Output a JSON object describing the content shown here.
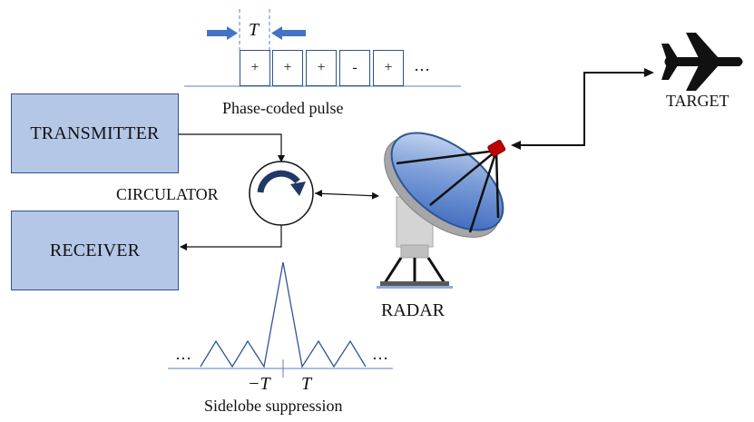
{
  "pulse": {
    "period_label": "T",
    "chips": [
      "+",
      "+",
      "+",
      "-",
      "+"
    ],
    "ellipsis": "…",
    "caption": "Phase-coded pulse"
  },
  "transmitter": {
    "label": "TRANSMITTER"
  },
  "receiver": {
    "label": "RECEIVER"
  },
  "circulator": {
    "label": "CIRCULATOR"
  },
  "radar": {
    "label": "RADAR"
  },
  "target": {
    "label": "TARGET",
    "icon": "airplane-icon"
  },
  "sidelobe": {
    "left_ellipsis": "…",
    "right_ellipsis": "…",
    "tick_left": "−T",
    "tick_right": "T",
    "caption": "Sidelobe suppression"
  },
  "colors": {
    "box_fill": "#b4c7e7",
    "box_border": "#2f528f",
    "arrow_blue": "#4472c4",
    "dish_blue": "#4a74c9",
    "feed_red": "#c00000"
  }
}
